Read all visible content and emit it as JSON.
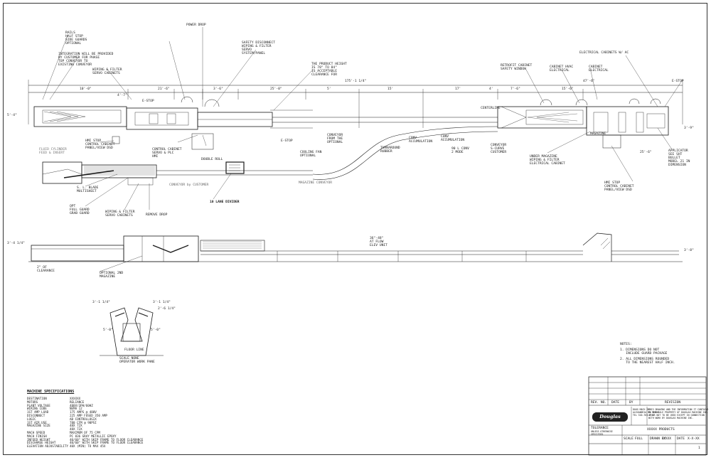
{
  "labels": {
    "power_drop": "POWER DROP",
    "rails": "RAILS\nHALF STOP\nSIDE GUARDS\nOPTIONAL",
    "integration": "INTEGRATION WILL BE PROVIDED\nBY CUSTOMER FOR PHASE\nTOP CONVEYOR TO\nEXISTING CONVEYOR",
    "wiping_filter": "WIPING & FILTER\nSERVO CABINETS",
    "safety_disconnect": "SAFETY DISCONNECT\nWIPING & FILTER\nSERVO\nSYSTEM/PANEL",
    "product_height": "THE PRODUCT HEIGHT\nIS 78\" TO 84\"\nIS ACCEPTABLE\nCLEARANCE FOR",
    "e_stop": "E-STOP",
    "e_stop_2": "E-STOP",
    "e_stop_3": "E-STOP",
    "control_cabinet": "CONTROL CABINET\nSERVO & PLC\nHMI",
    "double_roll": "DOUBLE ROLL",
    "cooling_fan": "COOLING FAN\nOPTIONAL",
    "conveyor_optional": "CONVEYOR\nFROM THE\nOPTIONAL",
    "turnaround": "TURNAROUND\nRUBBER",
    "conv_accumulation": "CONV\nACCUMULATION",
    "conv_accumulation_2": "CONV\nACCUMULATION",
    "ninety_conv": "90 L CONV\n2 MODE",
    "centerline": "CENTERLINE",
    "retrofit_cabinet": "RETROFIT CABINET\nSAFETY WINDOW",
    "cabinet_hvac": "CABINET HVAC\nELECTRICAL",
    "cabinet_electrical": "CABINET\nELECTRICAL",
    "electrical_cabinets": "ELECTRICAL CABINETS W/ AC",
    "conveyor_s_curve": "CONVEYOR\nS-CURVE\nCUSTOMER",
    "under_magazine": "UNDER MAGAZINE\nWIPING & FILTER\nELECTRICAL CABINET",
    "magazine_unit": "MAGAZINE",
    "applicator": "APPLICATOR\nSEE SHT\nBULLET\nMODEL 21 IN\nDIMENSION",
    "hmi_control": "HMI STOP\nCONTROL CABINET\nPANEL/VIEW DSD",
    "hmi_stop_left": "HMI STOP\nCONTROL CABINET\nPANEL/VIEW DSD",
    "fluid_cylinder": "FLUID CYLINDER\nFEED & INSERT",
    "multi_sheet": "S. L. BLADE\nMULTISHEET",
    "opt_full_guard": "OPT\nFULL GUARD\nGRAB GUARD",
    "wiping_servo": "WIPING & FILTER\nSERVO CABINETS",
    "scrap_chute": "REMOVE DROP",
    "conveyor_by_customer": "CONVEYOR by CUSTOMER",
    "magazine_conveyor": "MAGAZINE CONVEYOR",
    "lane_divider": "10 LANE DIVIDER",
    "optional_magazine": "OPTIONAL 2ND\nMAGAZINE",
    "clearance": "2\" OF\nCLEARANCE",
    "elevation_height": "36\"-48\"\nAT FLOW\nELEV UNIT",
    "floor_line": "FLOOR LINE",
    "scale_note": "SCALE NONE\nOPERATOR WORK PANE"
  },
  "dimensions": {
    "top_overall": "175'-1 1/4\"",
    "d1": "10'-0\"",
    "d2": "4'-7\"",
    "d3": "21'-6\"",
    "d4": "3'-6\"",
    "d5": "25'-0\"",
    "d6": "5'",
    "d7": "15'",
    "d8": "17'",
    "d9": "4'",
    "d10": "7'-6\"",
    "d11": "15'-6\"",
    "d12": "47'-6\"",
    "d13": "25'-6\"",
    "left_height": "3'-4 1/4\"",
    "right_height": "3'-8\"",
    "side_height_1": "5'-4\"",
    "side_height_2": "3'-9\"",
    "end_left_1": "3'-1 1/4\"",
    "end_right_1": "3'-1 1/4\"",
    "end_right_2": "2'-6 1/4\"",
    "end_side_left": "5'-0\"",
    "end_side_right": "5'-0\""
  },
  "notes": {
    "title": "NOTES:",
    "n1": "1. DIMENSIONS DO NOT\n   INCLUDE GUARD PACKAGE",
    "n2": "2. ALL DIMENSIONS ROUNDED\n   TO THE NEAREST HALF INCH."
  },
  "specs": {
    "title": "MACHINE SPECIFICATIONS",
    "rows": [
      {
        "k": "DESTINATION",
        "v": "XXXXXX"
      },
      {
        "k": "MOTORS",
        "v": "RELIANCE"
      },
      {
        "k": "PLANT VOLTAGE",
        "v": "480V/3PH/60HZ"
      },
      {
        "k": "WIRING CODE",
        "v": "NEMA 12"
      },
      {
        "k": "1ST AMP LOAD",
        "v": "175 AMPS @ 480V"
      },
      {
        "k": "DISCONNECT",
        "v": "225 AMP FUSED 350 AMP"
      },
      {
        "k": "LOGIC",
        "v": "AB CONTROLLOGIX"
      },
      {
        "k": "1ST AIR USE",
        "v": "780 CFM @ 90PSI"
      },
      {
        "k": "MAGAZINE SIZE",
        "v": "48X 72X"
      },
      {
        "k": "",
        "v": "48X 72X"
      },
      {
        "k": "MACH SPEED",
        "v": "MAXIMUM OF 75 CPM"
      },
      {
        "k": "MACH FINISH",
        "v": "PC 836 GRAY METALLIC EPOXY"
      },
      {
        "k": "INFEED HEIGHT",
        "v": "40/60\" WITH SKIP FRAME TO FLOOR CLEARANCE"
      },
      {
        "k": "DISCHARGE HEIGHT",
        "v": "40/60\" WITH SKIP FRAME TO FLOOR CLEARANCE"
      },
      {
        "k": "ELEVATION ADJUSTABILITY",
        "v": "40X (MIN) TO MAX 45X"
      }
    ]
  },
  "titleblock": {
    "rev_no": "REV. NO.",
    "date": "DATE",
    "by": "BY",
    "revision": "REVISION",
    "logo": "Douglas",
    "company_small": "DOUG MACH INC\nALEXANDRIA MN 56308\nTEL 320-763-6587",
    "disclaimer": "THIS DRAWING AND THE INFORMATION IT CONTAINS\nIS THE SOLE PROPERTY OF DOUGLAS MACHINE INC.\nIT IS NOT TO BE USED EXCEPT IN CONNECTION\nWITH WORK BY DOUGLAS MACHINE INC.",
    "tolerance": "TOLERANCE",
    "tol_note": "UNLESS OTHERWISE\nSPECIFIED",
    "project": "XXXXX PRODUCTS",
    "scale_label": "SCALE",
    "scale_val": "FULL",
    "drawn_label": "DRAWN BY",
    "drawn_val": "XXXX",
    "date_label": "DATE",
    "date_val": "X-X-XX",
    "sheet": "1"
  },
  "colors": {
    "line": "#1a1a1a",
    "border": "#333333",
    "logo_bg": "#222222"
  }
}
